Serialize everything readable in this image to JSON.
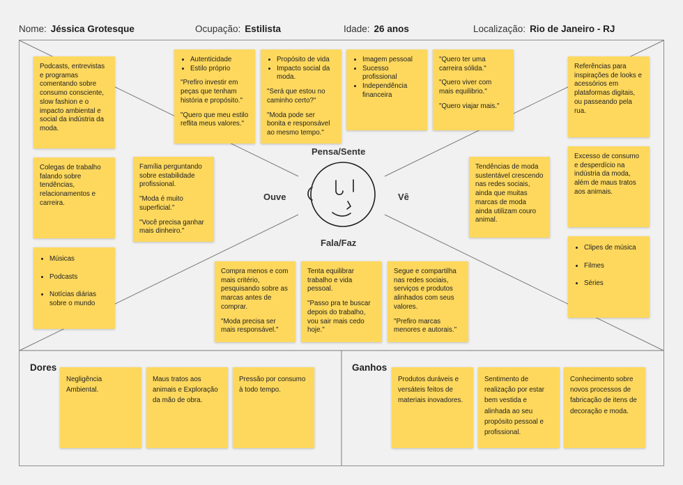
{
  "header": {
    "name_label": "Nome:",
    "name_value": "Jéssica Grotesque",
    "occupation_label": "Ocupação:",
    "occupation_value": "Estilista",
    "age_label": "Idade:",
    "age_value": "26 anos",
    "location_label": "Localização:",
    "location_value": "Rio de Janeiro - RJ"
  },
  "quadrants": {
    "thinks": "Pensa/Sente",
    "hears": "Ouve",
    "sees": "Vê",
    "says": "Fala/Faz"
  },
  "hears": {
    "podcasts": "Podcasts, entrevistas e programas comentando sobre consumo consciente, slow fashion e o impacto ambiental e social da indústria da moda.",
    "colleagues": "Colegas de trabalho falando sobre tendências, relacionamentos e carreira.",
    "family": [
      "Família perguntando sobre estabilidade profissional.",
      "\"Moda é muito superficial.\"",
      "\"Você precisa ganhar mais dinheiro.\""
    ],
    "media": [
      "Músicas",
      "Podcasts",
      "Notícias diárias sobre o mundo"
    ]
  },
  "thinks": {
    "n1_list": [
      "Autenticidade",
      "Estilo próprio"
    ],
    "n1_quotes": [
      "\"Prefiro investir em peças que tenham história e propósito.\"",
      "\"Quero que meu estilo reflita meus valores.\""
    ],
    "n2_list": [
      "Propósito de vida",
      "Impacto social da moda."
    ],
    "n2_quotes": [
      "\"Será que estou no caminho certo?\"",
      "\"Moda pode ser bonita e responsável ao mesmo tempo.\""
    ],
    "n3_list": [
      "Imagem pessoal",
      "Sucesso profissional",
      "Independência financeira"
    ],
    "n4_quotes": [
      "\"Quero ter uma carreira sólida.\"",
      "\"Quero viver com mais equilibrio.\"",
      "\"Quero viajar mais.\""
    ]
  },
  "sees": {
    "references": "Referências para inspirações de looks e acessórios em plataformas digitais, ou passeando pela rua.",
    "excess": "Excesso de consumo e desperdício na indústria da moda, além de maus tratos aos animais.",
    "trends": "Tendências de moda sustentável crescendo nas redes sociais, ainda que muitas marcas de moda ainda utilizam couro animal.",
    "media": [
      "Clipes de música",
      "Filmes",
      "Séries"
    ]
  },
  "says": {
    "n1": [
      "Compra menos e com mais critério, pesquisando sobre as marcas antes de comprar.",
      "\"Moda precisa ser mais responsável.\""
    ],
    "n2": [
      "Tenta equilibrar trabalho e vida pessoal.",
      "\"Passo pra te buscar depois do trabalho, vou sair mais cedo hoje.\""
    ],
    "n3": [
      "Segue e compartilha nas redes sociais, serviços e  produtos alinhados com seus valores.",
      "\"Prefiro marcas menores e autorais.\""
    ]
  },
  "pains": {
    "title": "Dores",
    "items": [
      "Negligência Ambiental.",
      "Maus tratos aos animais e Exploração da mão de obra.",
      "Pressão por consumo à todo tempo."
    ]
  },
  "gains": {
    "title": "Ganhos",
    "items": [
      "Produtos duráveis e versáteis feitos de materiais inovadores.",
      "Sentimento de realização por estar bem vestida e alinhada ao seu propósito pessoal e profissional.",
      "Conhecimento sobre novos processos de fabricação de itens de decoração e moda."
    ]
  },
  "colors": {
    "sticky": "#fdd85d",
    "background": "#f1f1f1",
    "line": "#7a7a7a"
  }
}
